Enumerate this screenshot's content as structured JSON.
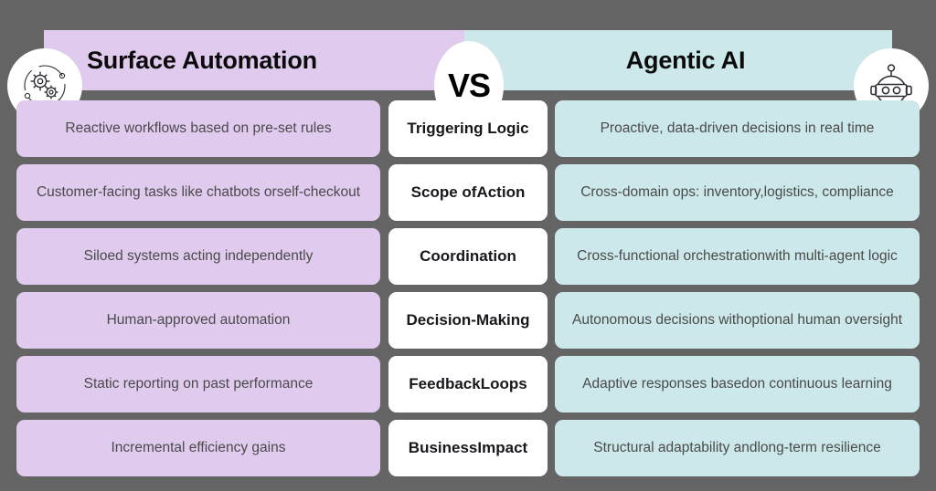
{
  "colors": {
    "background": "#646464",
    "left_accent": "#e0cbef",
    "right_accent": "#cde8ea",
    "center_card": "#ffffff",
    "body_text": "#4a4a4a",
    "heading_text": "#0b0b0b"
  },
  "header": {
    "left_title": "Surface Automation",
    "right_title": "Agentic AI",
    "versus_label": "VS",
    "left_icon": "gears-orbit-icon",
    "right_icon": "robot-head-icon"
  },
  "rows": [
    {
      "left": "Reactive workflows based on pre-set rules",
      "center": "Triggering Logic",
      "right": "Proactive, data-driven decisions in real time"
    },
    {
      "left": "Customer-facing tasks like chatbots or\nself-checkout",
      "center": "Scope of\nAction",
      "right": "Cross-domain ops: inventory,\nlogistics, compliance"
    },
    {
      "left": "Siloed systems acting independently",
      "center": "Coordination",
      "right": "Cross-functional orchestration\nwith multi-agent logic"
    },
    {
      "left": "Human-approved automation",
      "center": "Decision-Making",
      "right": "Autonomous decisions with\noptional human oversight"
    },
    {
      "left": "Static reporting on past performance",
      "center": "Feedback\nLoops",
      "right": "Adaptive responses based\non continuous learning"
    },
    {
      "left": "Incremental efficiency gains",
      "center": "Business\nImpact",
      "right": "Structural adaptability and\nlong-term resilience"
    }
  ]
}
